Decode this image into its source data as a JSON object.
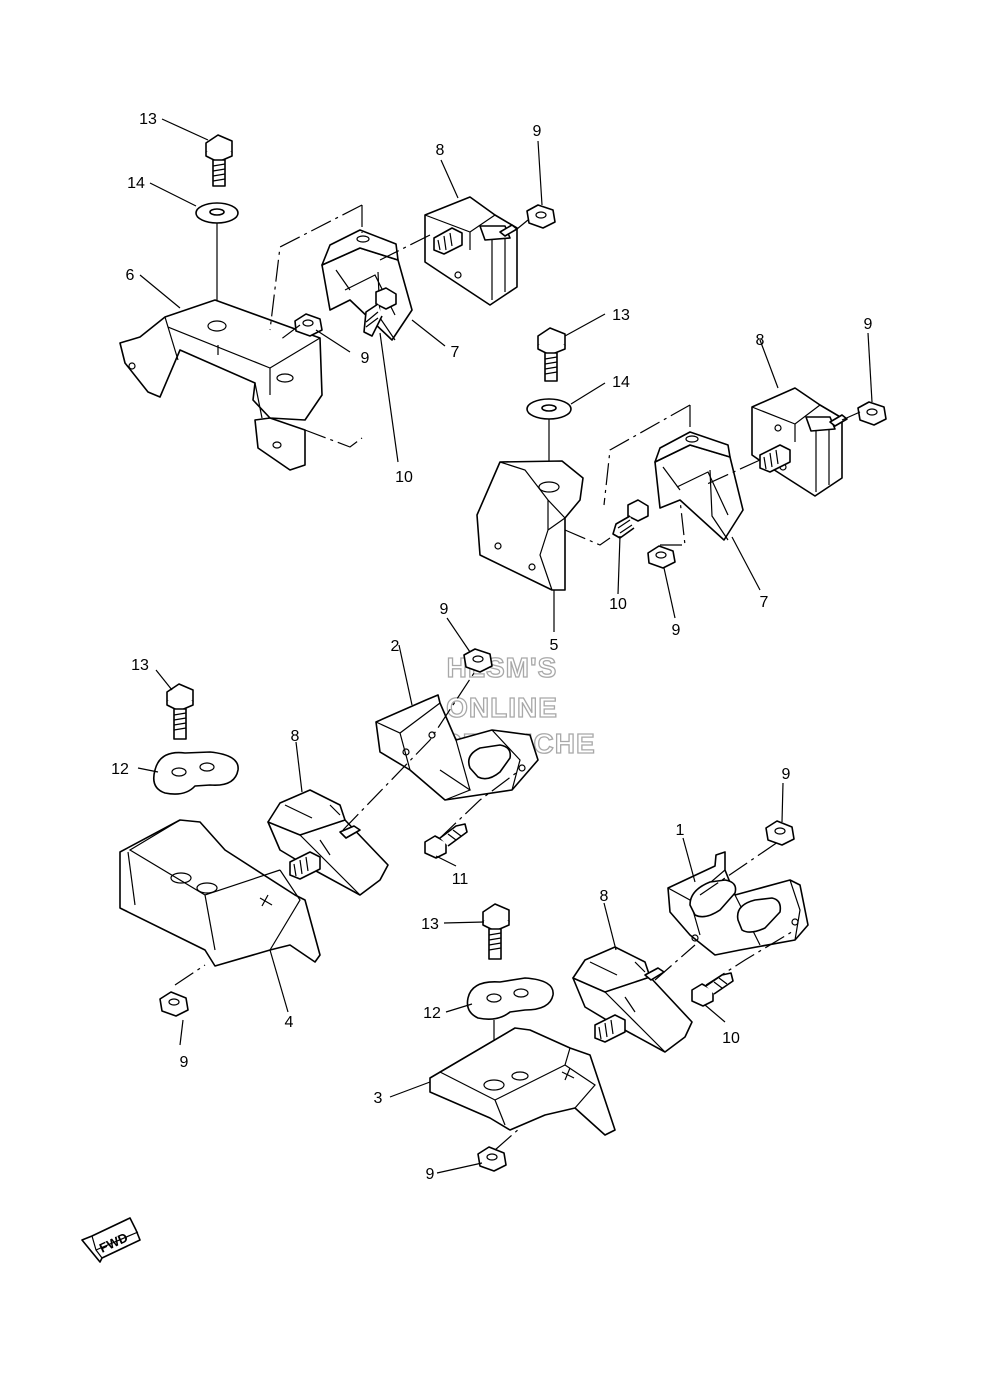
{
  "callouts": {
    "c1": "1",
    "c2": "2",
    "c3": "3",
    "c4": "4",
    "c5": "5",
    "c6": "6",
    "c7a": "7",
    "c7b": "7",
    "c8a": "8",
    "c8b": "8",
    "c8c": "8",
    "c8d": "8",
    "c9a": "9",
    "c9b": "9",
    "c9c": "9",
    "c9d": "9",
    "c9e": "9",
    "c9f": "9",
    "c9g": "9",
    "c9h": "9",
    "c10a": "10",
    "c10b": "10",
    "c10c": "10",
    "c11": "11",
    "c12a": "12",
    "c12b": "12",
    "c13a": "13",
    "c13b": "13",
    "c13c": "13",
    "c13d": "13",
    "c14a": "14",
    "c14b": "14"
  },
  "watermark": {
    "line1": "HLSM'S",
    "line2": "ONLINE",
    "line3": "MICROFICHE"
  },
  "fwd_label": "FWD"
}
